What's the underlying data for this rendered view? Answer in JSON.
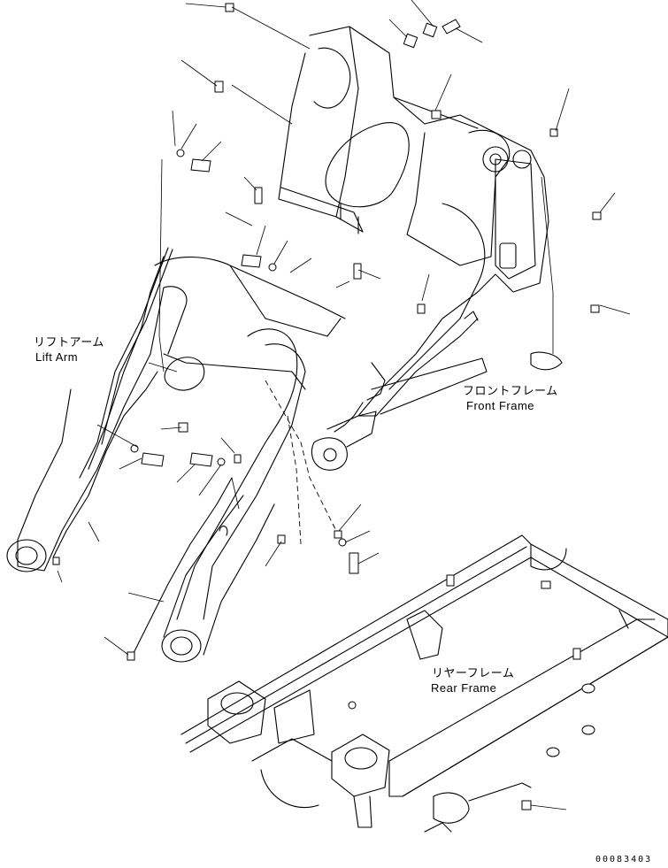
{
  "labels": {
    "lift_arm_jp": "リフトアーム",
    "lift_arm_en": "Lift Arm",
    "front_frame_jp": "フロントフレーム",
    "front_frame_en": "Front Frame",
    "rear_frame_jp": "リヤーフレーム",
    "rear_frame_en": "Rear Frame"
  },
  "drawing_code": "00083403",
  "colors": {
    "ink": "#000000",
    "paper": "#ffffff"
  }
}
